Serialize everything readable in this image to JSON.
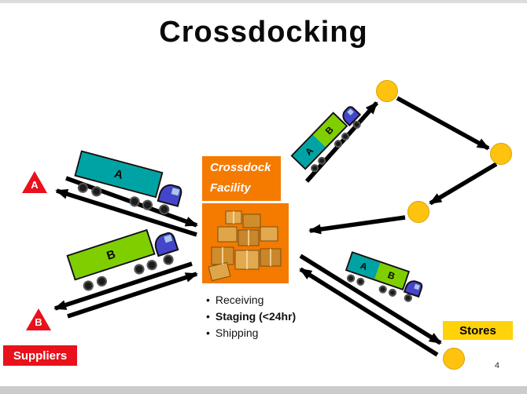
{
  "slide": {
    "title": "Crossdocking",
    "page_number": "4"
  },
  "facility": {
    "line1": "Crossdock",
    "line2": "Facility"
  },
  "process_bullets": {
    "marker": "•",
    "items": [
      {
        "text": "Receiving",
        "emphasis": "normal"
      },
      {
        "text": "Staging (<24hr)",
        "emphasis": "bold"
      },
      {
        "text": "Shipping",
        "emphasis": "normal"
      }
    ]
  },
  "suppliers": {
    "label": "Suppliers",
    "marker_a": "A",
    "marker_b": "B"
  },
  "stores": {
    "label": "Stores"
  },
  "trucks": {
    "inbound_a": {
      "label": "A"
    },
    "inbound_b": {
      "label": "B"
    },
    "outbound_top": {
      "seg_a": "A",
      "seg_b": "B"
    },
    "outbound_bottom": {
      "seg_a": "A",
      "seg_b": "B"
    }
  },
  "colors": {
    "facility_orange": "#F47A00",
    "supplier_red": "#E8111C",
    "store_yellow": "#FFC20E",
    "truck_teal": "#00A3A3",
    "truck_green": "#7FCE00",
    "cab_blue": "#4545CC",
    "arrow_black": "#000000"
  }
}
